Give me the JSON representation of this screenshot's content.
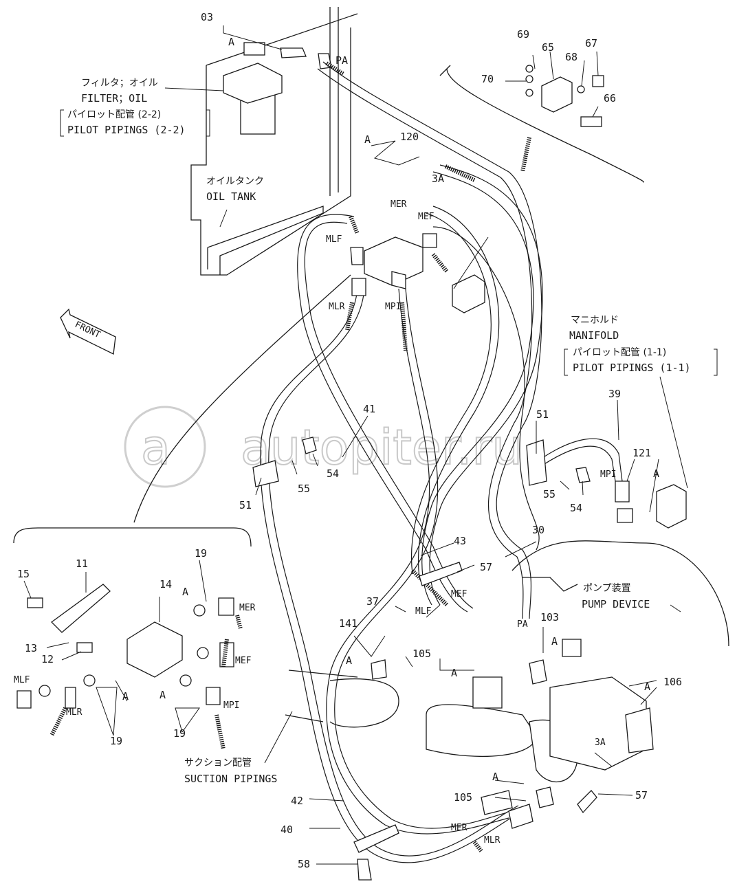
{
  "watermark": "autopiter.ru",
  "labels": {
    "l03": "03",
    "lA_top": "A",
    "lPA_top": "PA",
    "l69": "69",
    "l65": "65",
    "l67": "67",
    "l68": "68",
    "l70": "70",
    "l66": "66",
    "l120": "120",
    "lA_120": "A",
    "l3A_top": "3A",
    "lMER_top": "MER",
    "lMEF_top": "MEF",
    "lMLF_top": "MLF",
    "lMLR_top": "MLR",
    "lMPI_top": "MPI",
    "l41": "41",
    "l51_left": "51",
    "l55_left": "55",
    "l54_left": "54",
    "l51_right": "51",
    "l39": "39",
    "l55_right": "55",
    "l54_right": "54",
    "lMPI_right": "MPI",
    "l121": "121",
    "lA_121": "A",
    "l43": "43",
    "l30": "30",
    "l57_mid": "57",
    "lMEF_mid": "MEF",
    "lMLF_mid": "MLF",
    "l37": "37",
    "l141": "141",
    "lA_141": "A",
    "l105_mid": "105",
    "lA_105_mid": "A",
    "lPA_mid": "PA",
    "l103": "103",
    "lA_103": "A",
    "l106": "106",
    "lA_106": "A",
    "l3A_bot": "3A",
    "l105_bot": "105",
    "lA_105_bot": "A",
    "l57_bot": "57",
    "l42": "42",
    "l40": "40",
    "l58": "58",
    "lMER_bot": "MER",
    "lMLR_bot": "MLR",
    "d11": "11",
    "d14": "14",
    "d15": "15",
    "d19_top": "19",
    "dA_19_top": "A",
    "dMER": "MER",
    "dMEF": "MEF",
    "d13": "13",
    "d12": "12",
    "dMLF": "MLF",
    "dMLR": "MLR",
    "dA_mid": "A",
    "dA_low": "A",
    "d19_bl": "19",
    "d19_br": "19",
    "dMPI": "MPI"
  },
  "notes": {
    "filter_jp": "フィルタ；オイル",
    "filter_en": "FILTER；OIL",
    "pilot22_jp": "パイロット配管 (2-2)",
    "pilot22_en": "PILOT PIPINGS (2-2)",
    "tank_jp": "オイルタンク",
    "tank_en": "OIL TANK",
    "front": "FRONT",
    "manifold_jp": "マニホルド",
    "manifold_en": "MANIFOLD",
    "pilot11_jp": "パイロット配管 (1-1)",
    "pilot11_en": "PILOT PIPINGS (1-1)",
    "pump_jp": "ポンプ装置",
    "pump_en": "PUMP DEVICE",
    "suction_jp": "サクション配管",
    "suction_en": "SUCTION PIPINGS"
  }
}
